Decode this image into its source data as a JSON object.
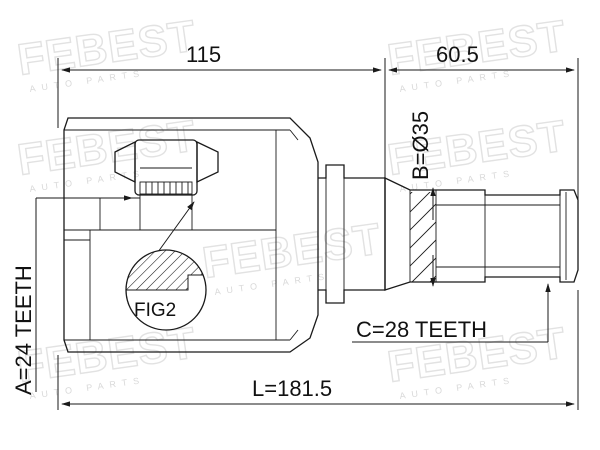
{
  "watermark": {
    "brand": "FEBEST",
    "sub": "AUTO PARTS"
  },
  "dimensions": {
    "top_length": "115",
    "top_spline_length": "60.5",
    "outer_diameter": "B=Ø35",
    "inner_teeth": "A=24 TEETH",
    "outer_teeth": "C=28 TEETH",
    "total_length": "L=181.5"
  },
  "detail": {
    "label": "FIG2"
  }
}
